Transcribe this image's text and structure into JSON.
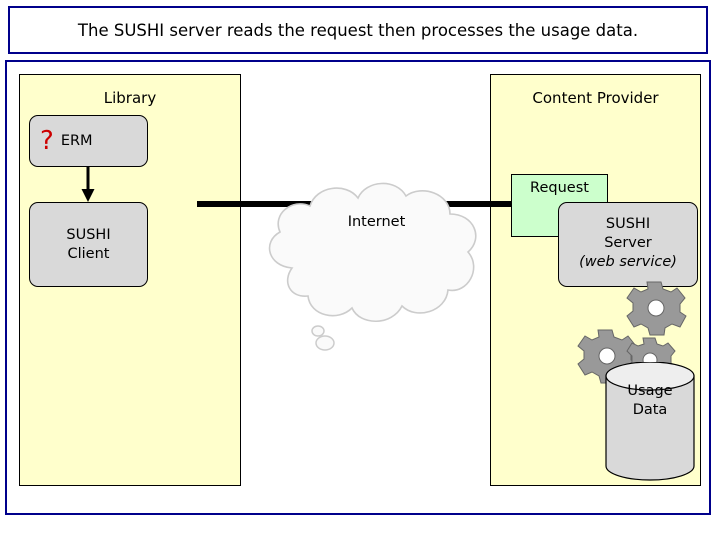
{
  "title": {
    "text": "The SUSHI server reads the request then processes the usage data."
  },
  "zones": {
    "library": {
      "label": "Library"
    },
    "provider": {
      "label": "Content Provider"
    }
  },
  "boxes": {
    "erm": {
      "marker": "?",
      "label": "ERM"
    },
    "sushi_client": {
      "line1": "SUSHI",
      "line2": "Client"
    },
    "sushi_server": {
      "line1": "SUSHI",
      "line2": "Server",
      "line3": "(web service)"
    },
    "request": {
      "label": "Request"
    },
    "usage_data": {
      "line1": "Usage",
      "line2": "Data"
    }
  },
  "network": {
    "cloud_label": "Internet"
  },
  "icons": {
    "gears": "gears-icon",
    "database": "database-cylinder-icon",
    "cloud": "cloud-icon",
    "arrow": "down-arrow-icon"
  },
  "colors": {
    "frame_border": "#00008b",
    "zone_fill": "#ffffcc",
    "box_fill": "#d9d9d9",
    "request_fill": "#ccffcc",
    "question_mark": "#cc0000",
    "gear_fill": "#999999"
  }
}
